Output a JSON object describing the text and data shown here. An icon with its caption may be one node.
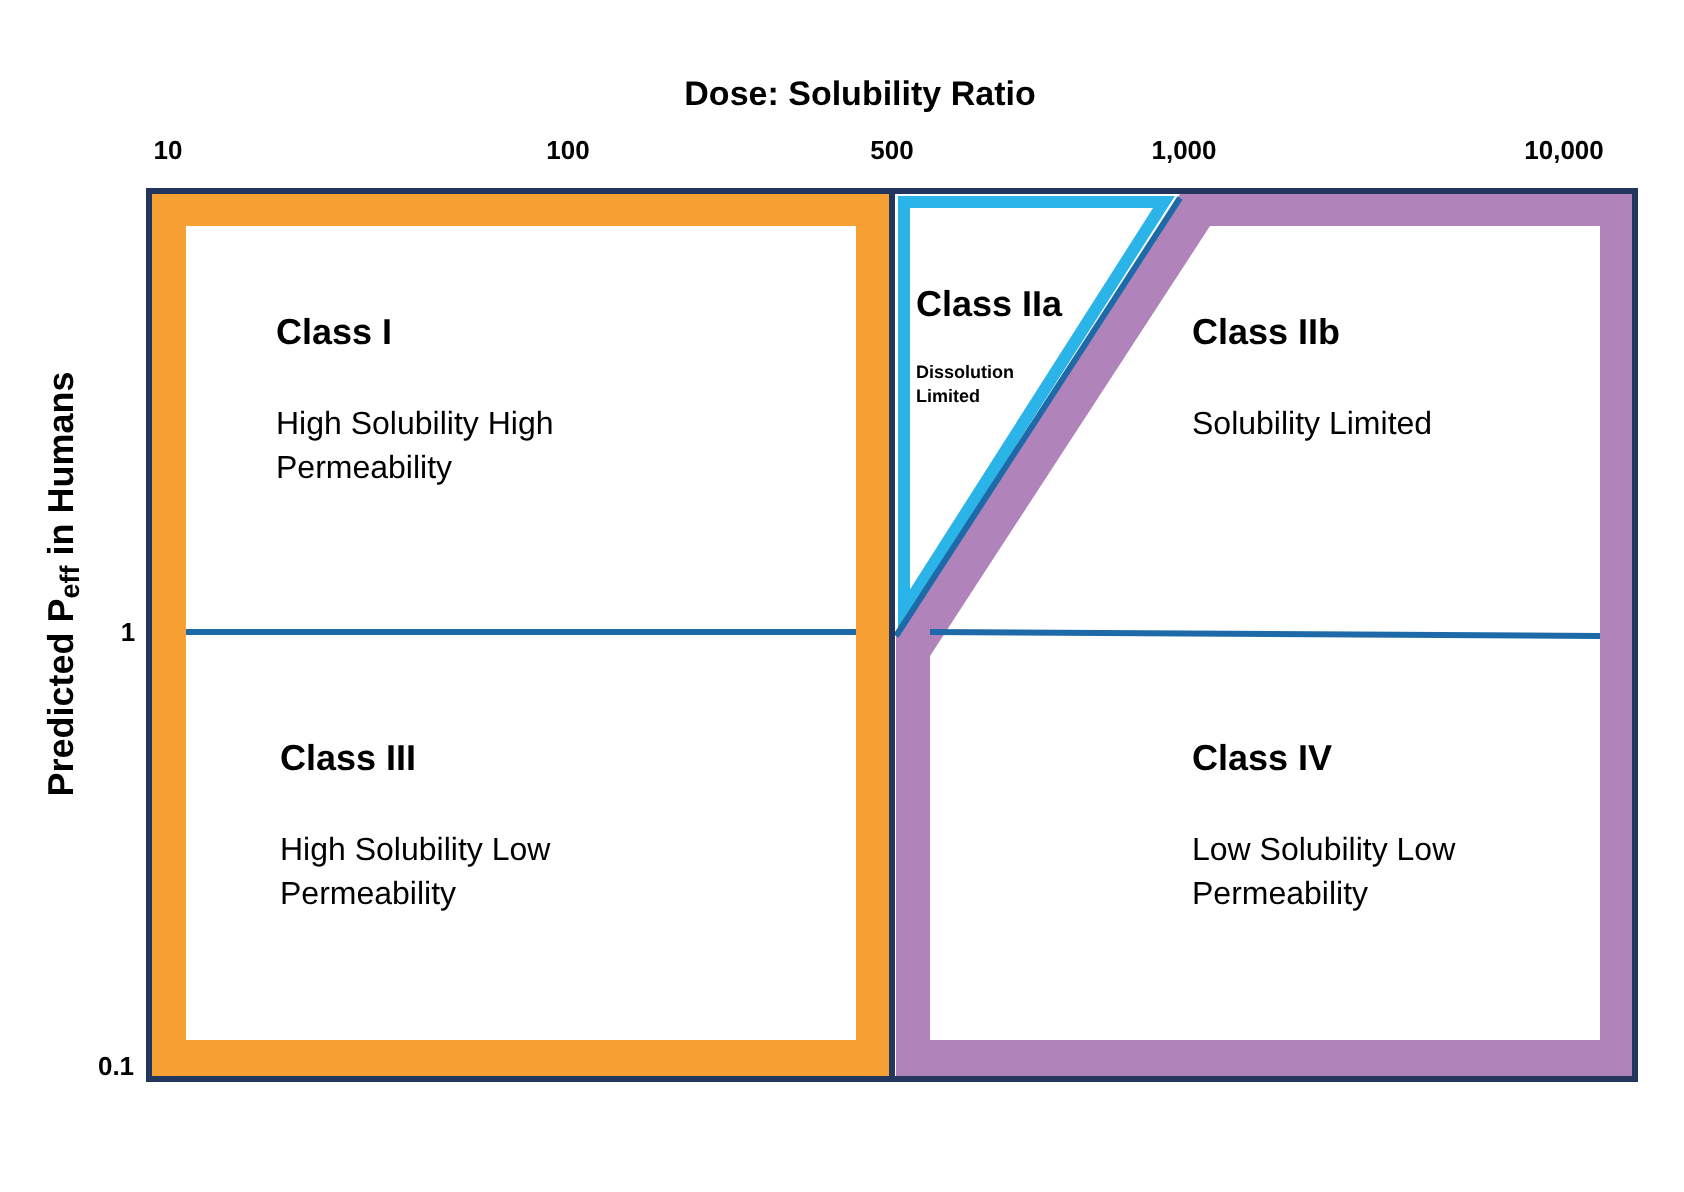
{
  "diagram": {
    "nodes": [
      {
        "text": [
          "Class I",
          "High Solubility High Permeability"
        ]
      },
      {
        "text": [
          "Class III",
          "High Solubility Low Permeability"
        ]
      },
      {
        "text": [
          "Class IIa",
          "Dissolution Limited"
        ]
      },
      {
        "text": [
          "Class IIb",
          "Solubility Limited"
        ]
      },
      {
        "text": [
          "Class IV",
          "Low Solubility Low Permeability"
        ]
      }
    ],
    "labels": [
      "Dose: Solubility Ratio",
      "10",
      "100",
      "500",
      "1,000",
      "10,000",
      "Predicted P$_{eff}$ in Humans",
      "1",
      "0.1"
    ]
  }
}
